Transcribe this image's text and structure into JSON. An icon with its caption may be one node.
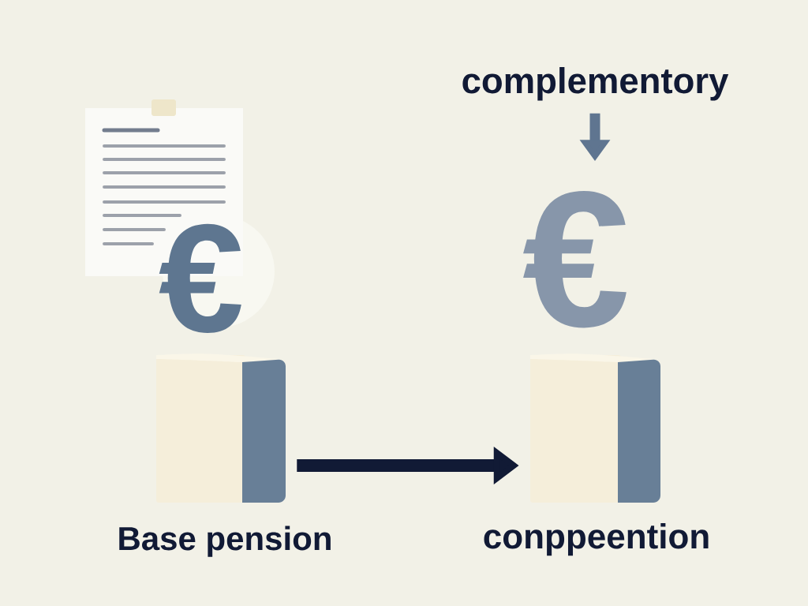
{
  "diagram": {
    "nodes": [
      {
        "text": [
          "€"
        ]
      },
      {
        "text": [],
        "shape": "box",
        "beside": [
          "Base pension"
        ]
      },
      {
        "text": [
          "complementory"
        ]
      },
      {
        "text": [
          "€"
        ]
      },
      {
        "text": [],
        "shape": "box",
        "beside": [
          "conppeention"
        ]
      }
    ],
    "edges": [
      {
        "from": 2,
        "to": 3,
        "arrow": "to",
        "color": "#5f7590"
      },
      {
        "from": 1,
        "to": 4,
        "arrow": "to",
        "color": "#111a35"
      }
    ]
  }
}
